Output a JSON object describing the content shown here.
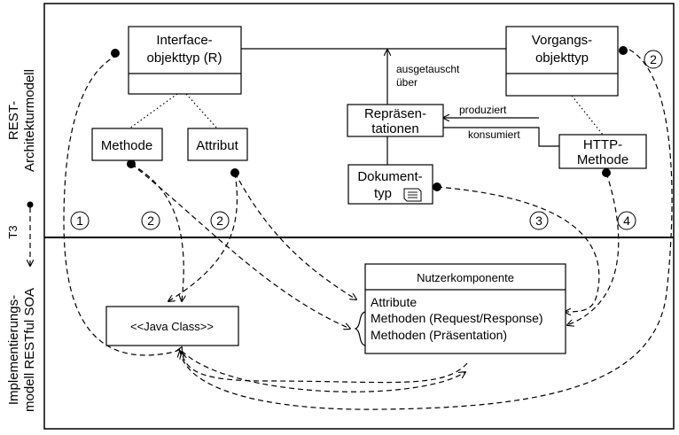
{
  "sections": {
    "top_label_1": "REST-",
    "top_label_2": "Architekturmodell",
    "bottom_label_1": "Implementierungs-",
    "bottom_label_2": "modell  RESTful SOA",
    "boundary_label": "T3"
  },
  "nodes": {
    "interface_line1": "Interface-",
    "interface_line2": "objekttyp (R)",
    "vorgang_line1": "Vorgangs-",
    "vorgang_line2": "objekttyp",
    "methode": "Methode",
    "attribut": "Attribut",
    "repr_line1": "Repräsen-",
    "repr_line2": "tationen",
    "doku_line1": "Dokument-",
    "doku_line2": "typ",
    "http_line1": "HTTP-",
    "http_line2": "Methode",
    "java_class": "<<Java Class>>",
    "nutzer_title": "Nutzerkomponente",
    "nutzer_item1": "Attribute",
    "nutzer_item2": "Methoden (Request/Response)",
    "nutzer_item3": "Methoden (Präsentation)"
  },
  "edges": {
    "ausgetauscht_1": "ausgetauscht",
    "ausgetauscht_2": "über",
    "produziert": "produziert",
    "konsumiert": "konsumiert"
  },
  "markers": {
    "m1": "1",
    "m2a": "2",
    "m2b": "2",
    "m2c": "2",
    "m3": "3",
    "m4": "4"
  },
  "icons": {
    "document_icon": "document-icon"
  }
}
